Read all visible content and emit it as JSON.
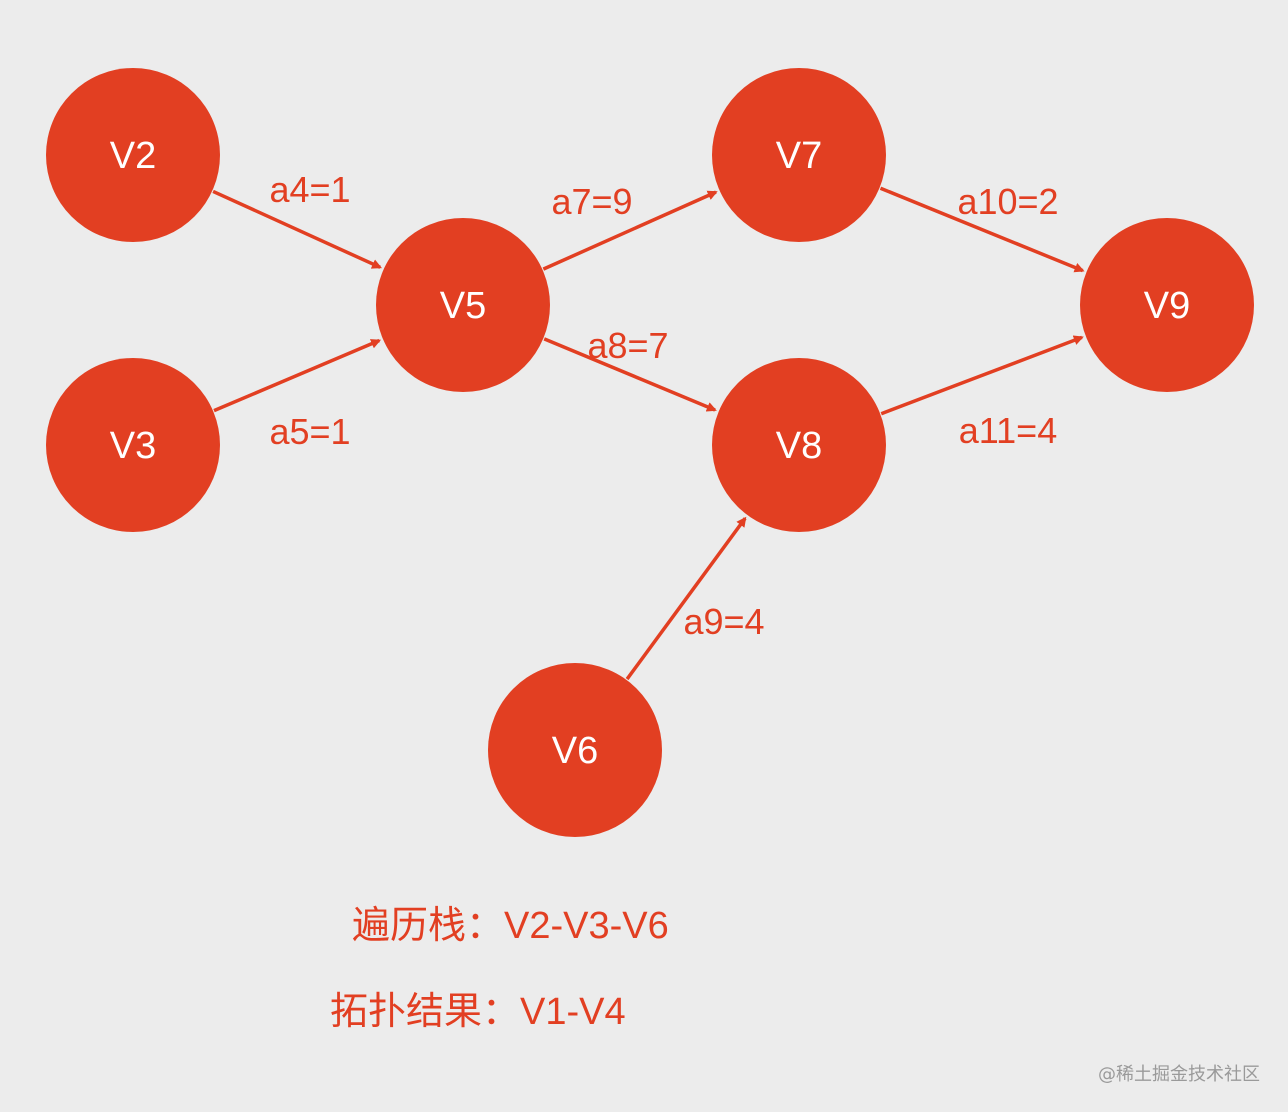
{
  "colors": {
    "background": "#ececec",
    "node_fill": "#e23f22",
    "edge": "#e23f22",
    "node_text": "#ffffff",
    "label_text": "#e23f22"
  },
  "nodes": [
    {
      "id": "V2",
      "label": "V2"
    },
    {
      "id": "V3",
      "label": "V3"
    },
    {
      "id": "V5",
      "label": "V5"
    },
    {
      "id": "V6",
      "label": "V6"
    },
    {
      "id": "V7",
      "label": "V7"
    },
    {
      "id": "V8",
      "label": "V8"
    },
    {
      "id": "V9",
      "label": "V9"
    }
  ],
  "edges": [
    {
      "from": "V2",
      "to": "V5",
      "label": "a4=1"
    },
    {
      "from": "V3",
      "to": "V5",
      "label": "a5=1"
    },
    {
      "from": "V5",
      "to": "V7",
      "label": "a7=9"
    },
    {
      "from": "V5",
      "to": "V8",
      "label": "a8=7"
    },
    {
      "from": "V6",
      "to": "V8",
      "label": "a9=4"
    },
    {
      "from": "V7",
      "to": "V9",
      "label": "a10=2"
    },
    {
      "from": "V8",
      "to": "V9",
      "label": "a11=4"
    }
  ],
  "captions": {
    "traversal_label": "遍历栈：",
    "traversal_value": "V2-V3-V6",
    "topo_label": "拓扑结果：",
    "topo_value": "V1-V4"
  },
  "watermark": "@稀土掘金技术社区"
}
